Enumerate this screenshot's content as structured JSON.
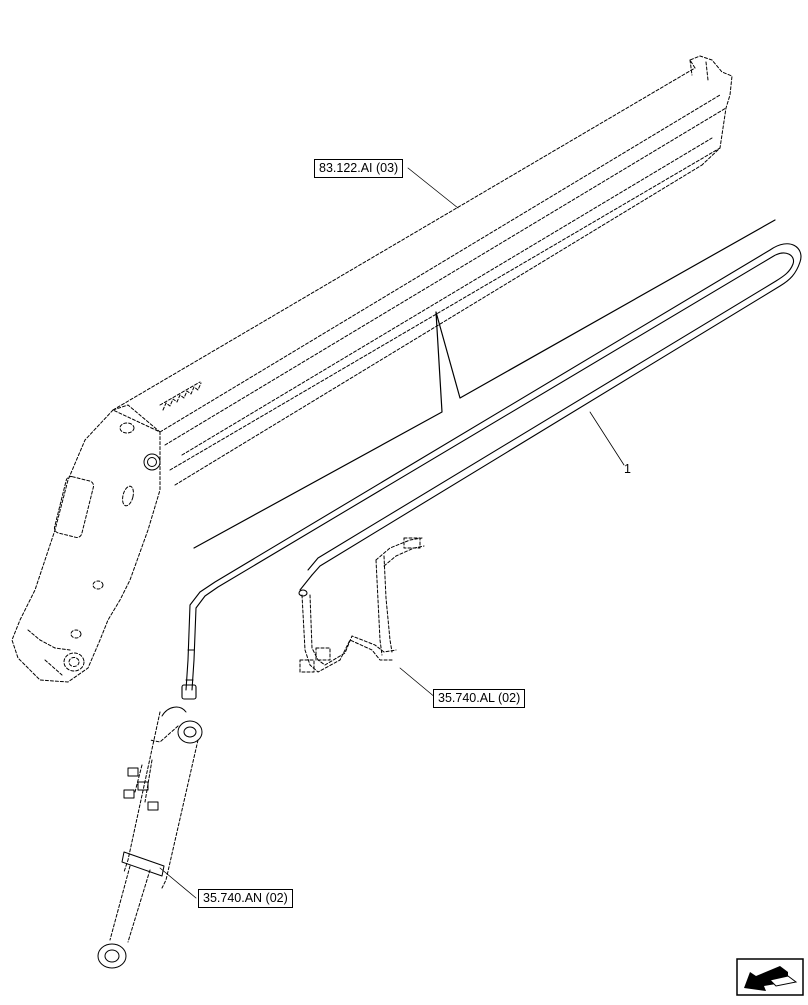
{
  "diagram": {
    "callouts": {
      "boom_ref": "83.122.AI (03)",
      "hose_item": "1",
      "lines_ref": "35.740.AL (02)",
      "cylinder_ref": "35.740.AN (02)"
    },
    "nav_icon": "arrow-back-icon",
    "colors": {
      "line": "#000000",
      "background": "#ffffff"
    }
  }
}
